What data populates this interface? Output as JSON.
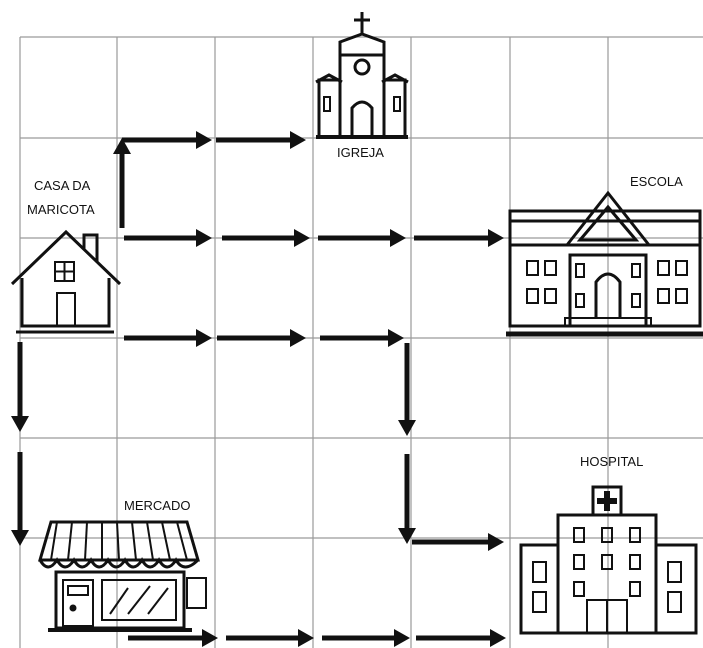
{
  "labels": {
    "house": [
      "CASA DA",
      "MARICOTA"
    ],
    "church": "IGREJA",
    "school": "ESCOLA",
    "market": "MERCADO",
    "hospital": "HOSPITAL"
  },
  "icons": [
    "house-icon",
    "church-icon",
    "school-icon",
    "market-icon",
    "hospital-icon",
    "arrow-right-icon",
    "arrow-down-icon",
    "arrow-up-icon"
  ],
  "colors": {
    "grid": "#9a9a9a",
    "ink": "#111111",
    "background": "#ffffff"
  }
}
